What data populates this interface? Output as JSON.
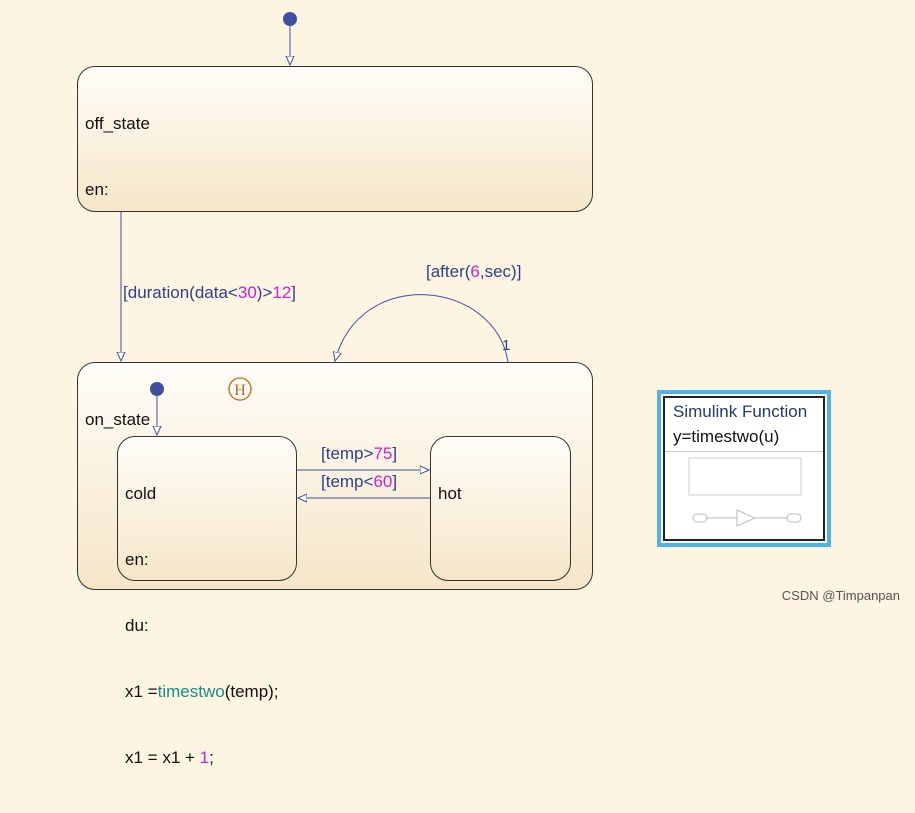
{
  "states": {
    "off": {
      "name": "off_state",
      "entry": "en:"
    },
    "on": {
      "name": "on_state"
    },
    "cold": {
      "name": "cold",
      "en": "en:",
      "du": "du:",
      "line1": {
        "lhs": "x1 =",
        "fn": "timestwo",
        "rhs": "(temp);"
      },
      "line2": {
        "lhs": "x1 = x1 + ",
        "num": "1",
        "end": ";"
      }
    },
    "hot": {
      "name": "hot"
    }
  },
  "transitions": {
    "off_to_on": {
      "open": "[",
      "fn": "duration",
      "mid": "(data<",
      "num1": "30",
      "close1": ")>",
      "num2": "12",
      "close2": "]"
    },
    "after": {
      "open": "[after(",
      "num": "6",
      "rest": ",sec)]",
      "order": "1"
    },
    "cold_to_hot": {
      "text": "[temp>",
      "num": "75",
      "close": "]"
    },
    "hot_to_cold": {
      "text": "[temp<",
      "num": "60",
      "close": "]"
    }
  },
  "history_junction": "H",
  "simulink_function": {
    "title": "Simulink Function",
    "signature": "y=timestwo(u)"
  },
  "watermark": "CSDN @Timpanpan",
  "colors": {
    "background": "#fdf4e1",
    "transition": "#2f3f86",
    "numeric": "#cc22cc",
    "function": "#1a8c8c",
    "junction": "#3f4fa0",
    "history": "#c06a18",
    "fn_border": "#4fb3e6"
  }
}
